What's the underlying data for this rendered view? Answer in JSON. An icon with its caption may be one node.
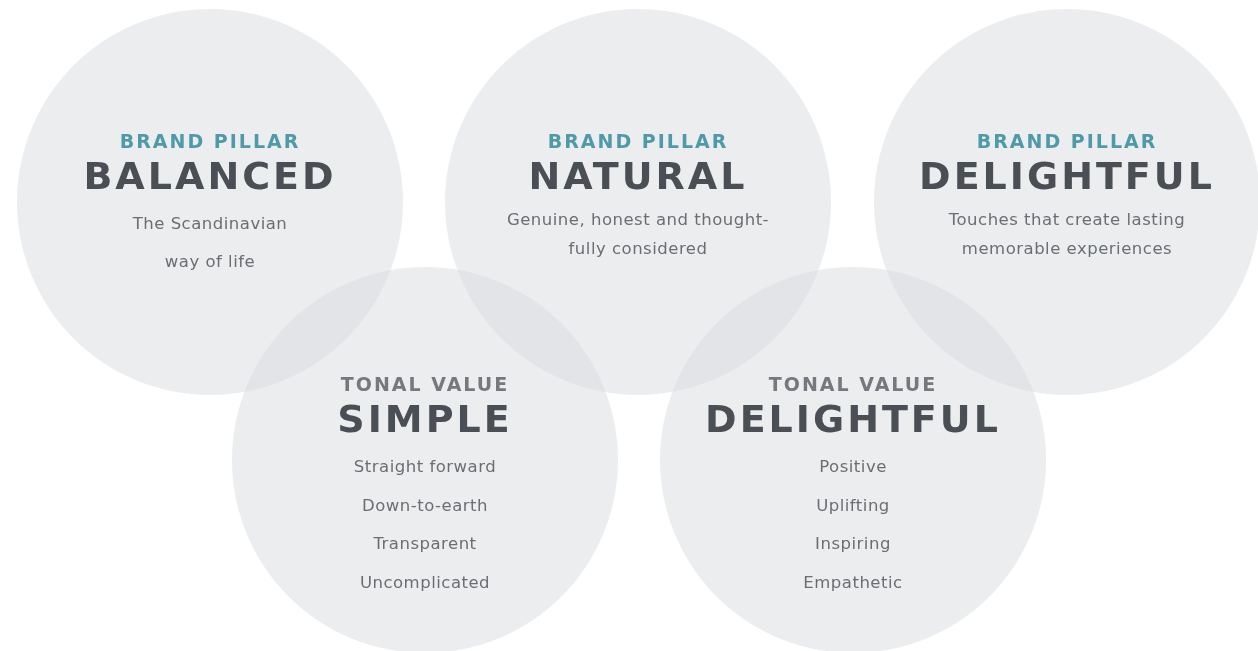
{
  "diagram": {
    "nodes": [
      {
        "text": [
          "BRAND PILLAR",
          "BALANCED",
          "The Scandinavian way of life"
        ]
      },
      {
        "text": [
          "BRAND PILLAR",
          "NATURAL",
          "Genuine, honest and thought- fully considered"
        ]
      },
      {
        "text": [
          "BRAND PILLAR",
          "DELIGHTFUL",
          "Touches that create lasting memorable experiences"
        ]
      },
      {
        "text": [
          "TONAL VALUE",
          "SIMPLE",
          "Straight forward",
          "Down-to-earth",
          "Transparent",
          "Uncomplicated"
        ]
      },
      {
        "text": [
          "TONAL VALUE",
          "DELIGHTFUL",
          "Positive",
          "Uplifting",
          "Inspiring",
          "Empathetic"
        ]
      }
    ]
  }
}
